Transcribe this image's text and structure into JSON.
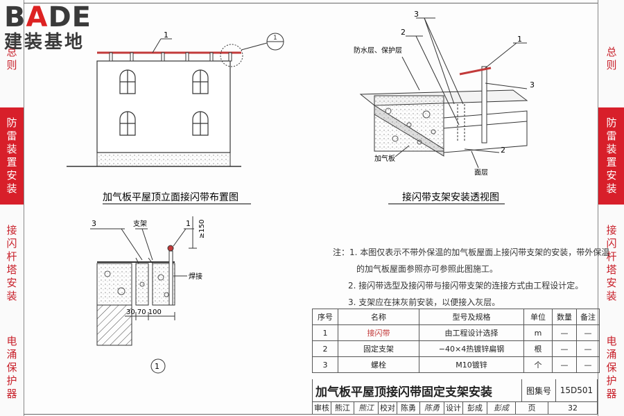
{
  "logo": {
    "part1": "B",
    "part2": "A",
    "part3": "DE",
    "chinese": "建装基地"
  },
  "sidebar_left": [
    {
      "label": "总则",
      "active": false
    },
    {
      "label": "防雷装置安装",
      "active": true
    },
    {
      "label": "接闪杆塔安装",
      "active": false
    },
    {
      "label": "电涌保护器",
      "active": false
    }
  ],
  "sidebar_right": [
    {
      "label": "总则",
      "active": false
    },
    {
      "label": "防雷装置安装",
      "active": true
    },
    {
      "label": "接闪杆塔安装",
      "active": false
    },
    {
      "label": "电涌保护器",
      "active": false
    }
  ],
  "fig_elevation": {
    "title": "加气板平屋顶立面接闪带布置图",
    "callout": "1"
  },
  "fig_perspective": {
    "title": "接闪带支架安装透视图",
    "label_waterproof": "防水层、保护层",
    "label_aerated": "加气板",
    "label_surface": "面层",
    "callouts": [
      "3",
      "2",
      "1",
      "3",
      "2"
    ]
  },
  "fig_detail": {
    "callout_3": "3",
    "callout_bracket": "支架",
    "callout_1": "1",
    "dim_150": "≥150",
    "weld": "焊接",
    "dims": "30 70 100",
    "circle_label": "①"
  },
  "notes": {
    "prefix": "注：",
    "items": [
      {
        "num": "1.",
        "text": "本图仅表示不带外保温的加气板屋面上接闪带支架的安装，带外保温"
      },
      {
        "num": "",
        "text": "的加气板屋面参照亦可参照此图施工。"
      },
      {
        "num": "2.",
        "text": "接闪带选型及接闪带与接闪带支架的连接方式由工程设计定。"
      },
      {
        "num": "3.",
        "text": "支架应在抹灰前安装，以便接入灰层。"
      }
    ]
  },
  "table": {
    "headers": [
      "序号",
      "名称",
      "型号及规格",
      "单位",
      "数量",
      "备注"
    ],
    "rows": [
      [
        "1",
        "接闪带",
        "由工程设计选择",
        "m",
        "—",
        "—"
      ],
      [
        "2",
        "固定支架",
        "−40×4热镀锌扁钢",
        "根",
        "—",
        "—"
      ],
      [
        "3",
        "螺栓",
        "M10镀锌",
        "个",
        "—",
        "—"
      ]
    ]
  },
  "titleblock": {
    "title": "加气板平屋顶接闪带固定支架安装",
    "atlas_label": "图集号",
    "atlas_no": "15D501",
    "review_label": "审核",
    "reviewer": "熊江",
    "reviewer_sig": "熊江",
    "check_label": "校对",
    "checker": "陈勇",
    "checker_sig": "陈勇",
    "design_label": "设计",
    "designer": "彭成",
    "designer_sig": "彭成",
    "page_label": "页",
    "page_no": "32"
  }
}
